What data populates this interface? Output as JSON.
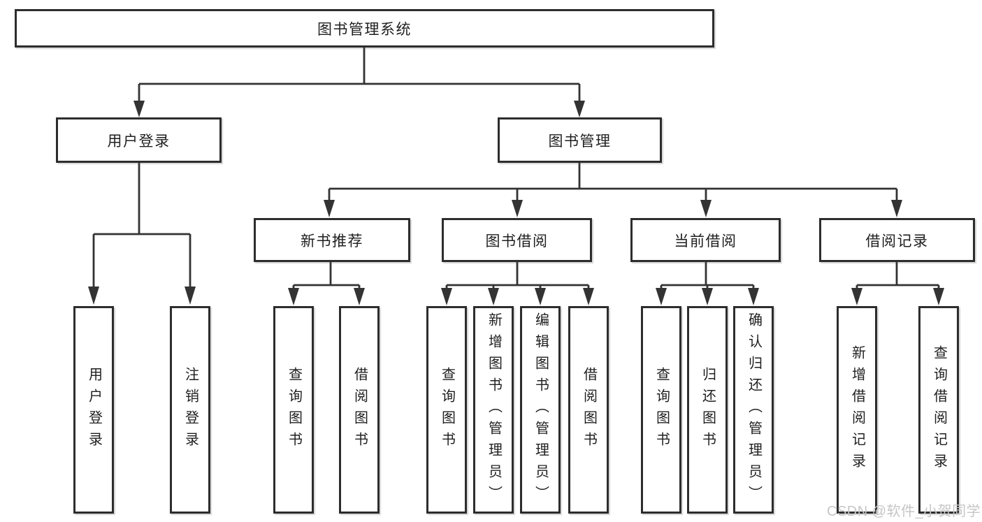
{
  "diagram": {
    "root": {
      "label": "图书管理系统"
    },
    "branches": [
      {
        "label": "用户登录",
        "leaves": [
          {
            "label": "用户登录"
          },
          {
            "label": "注销登录"
          }
        ]
      },
      {
        "label": "图书管理",
        "groups": [
          {
            "label": "新书推荐",
            "leaves": [
              {
                "label": "查询图书"
              },
              {
                "label": "借阅图书"
              }
            ]
          },
          {
            "label": "图书借阅",
            "leaves": [
              {
                "label": "查询图书"
              },
              {
                "label": "新增图书（管理员）"
              },
              {
                "label": "编辑图书（管理员）"
              },
              {
                "label": "借阅图书"
              }
            ]
          },
          {
            "label": "当前借阅",
            "leaves": [
              {
                "label": "查询图书"
              },
              {
                "label": "归还图书"
              },
              {
                "label": "确认归还（管理员）"
              }
            ]
          },
          {
            "label": "借阅记录",
            "leaves": [
              {
                "label": "新增借阅记录"
              },
              {
                "label": "查询借阅记录"
              }
            ]
          }
        ]
      }
    ]
  },
  "watermark": {
    "text": "CSDN @软件_小贺同学",
    "color": "#c6c6c6"
  },
  "colors": {
    "line": "#333333",
    "box_border": "#2d2d2d",
    "box_fill": "#ffffff",
    "text": "#1f1f1f",
    "background": "#ffffff"
  }
}
